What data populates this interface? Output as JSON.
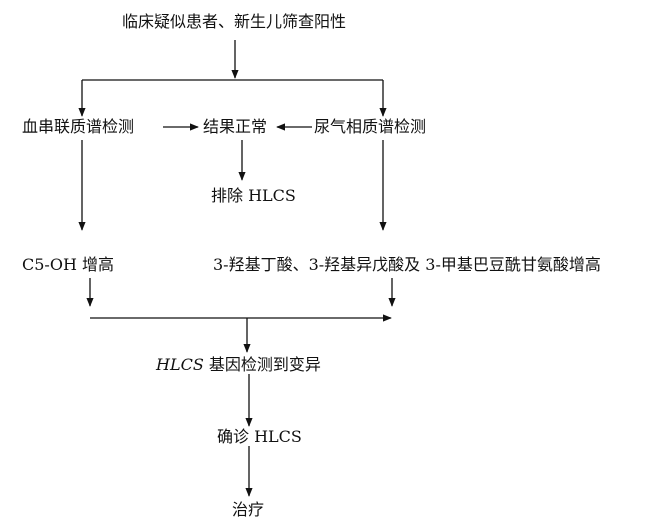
{
  "nodes": {
    "start": "临床疑似患者、新生儿筛查阳性",
    "blood": "血串联质谱检测",
    "normal": "结果正常",
    "urine": "尿气相质谱检测",
    "exclude": "排除 HLCS",
    "c5oh": "C5-OH 增高",
    "organic": "3-羟基丁酸、3-羟基异戊酸及 3-甲基巴豆酰甘氨酸增高",
    "gene_italic": "HLCS",
    "gene_rest": " 基因检测到变异",
    "confirm": "确诊 HLCS",
    "treat": "治疗"
  },
  "colors": {
    "line": "#111111",
    "text": "#111111"
  }
}
